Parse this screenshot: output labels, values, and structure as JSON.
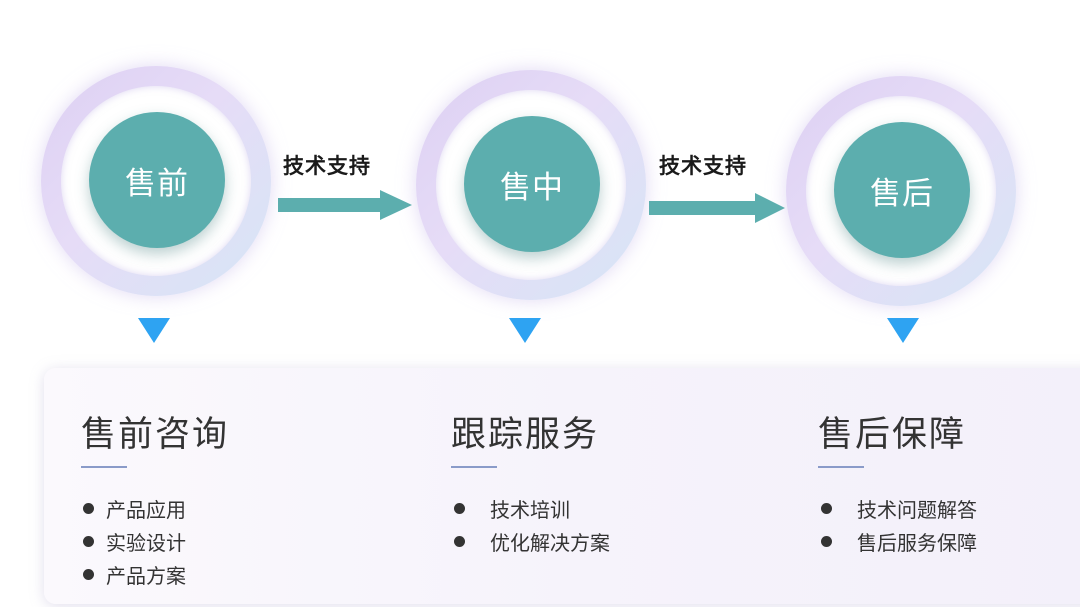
{
  "stages": [
    {
      "label": "售前"
    },
    {
      "label": "售中"
    },
    {
      "label": "售后"
    }
  ],
  "arrows": [
    {
      "label": "技术支持"
    },
    {
      "label": "技术支持"
    }
  ],
  "columns": [
    {
      "title": "售前咨询",
      "items": [
        "产品应用",
        "实验设计",
        "产品方案"
      ]
    },
    {
      "title": "跟踪服务",
      "items": [
        "技术培训",
        "优化解决方案"
      ]
    },
    {
      "title": "售后保障",
      "items": [
        "技术问题解答",
        "售后服务保障"
      ]
    }
  ],
  "colors": {
    "core": "#5caeae",
    "arrow": "#5caeae",
    "marker": "#2ea3f2",
    "ring": "#e0d4f5"
  }
}
